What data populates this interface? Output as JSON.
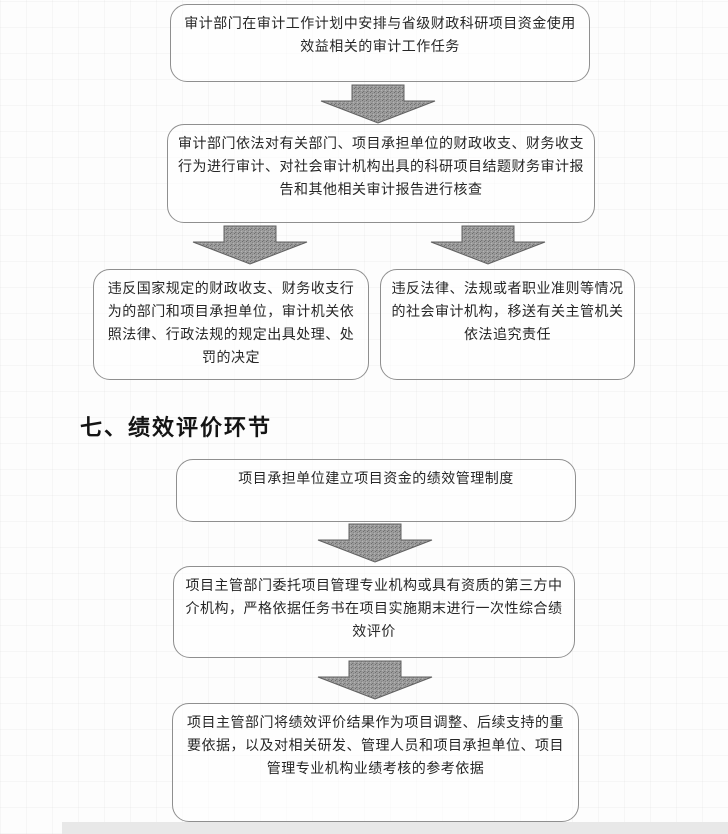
{
  "heading": {
    "text": "七、绩效评价环节"
  },
  "audit_flow": {
    "step1": "审计部门在审计工作计划中安排与省级财政科研项目资金使用效益相关的审计工作任务",
    "step2": "审计部门依法对有关部门、项目承担单位的财政收支、财务收支行为进行审计、对社会审计机构出具的科研项目结题财务审计报告和其他相关审计报告进行核查",
    "branch_left": "违反国家规定的财政收支、财务收支行为的部门和项目承担单位，审计机关依照法律、行政法规的规定出具处理、处罚的决定",
    "branch_right": "违反法律、法规或者职业准则等情况的社会审计机构，移送有关主管机关依法追究责任"
  },
  "performance_flow": {
    "step1": "项目承担单位建立项目资金的绩效管理制度",
    "step2": "项目主管部门委托项目管理专业机构或具有资质的第三方中介机构，严格依据任务书在项目实施期末进行一次性综合绩效评价",
    "step3": "项目主管部门将绩效评价结果作为项目调整、后续支持的重要依据，以及对相关研发、管理人员和项目承担单位、项目管理专业机构业绩考核的参考依据"
  },
  "icons": {
    "down_arrow": "down-block-arrow"
  },
  "colors": {
    "box_border": "#8f8f8f",
    "arrow_fill": "#9c9c9c",
    "arrow_outline": "#616161",
    "text": "#262626",
    "heading_text": "#141414",
    "page_background": "#fdfdfd",
    "footer_bar": "#e8e8e8"
  }
}
